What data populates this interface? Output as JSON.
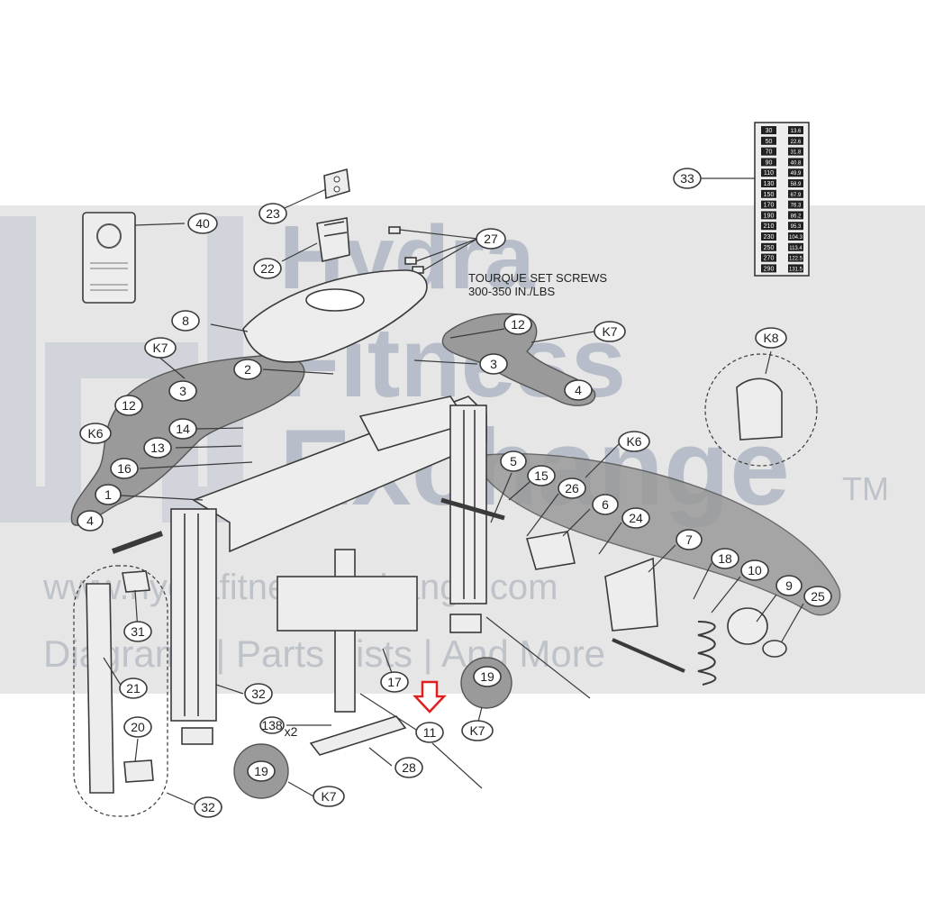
{
  "watermark": {
    "brand_line1": "Hydra",
    "brand_line2": "Fitness",
    "brand_line3": "Exchange",
    "trademark": "TM",
    "url": "www.hydrafitnessexchange.com",
    "tagline": "Diagrams | Parts Lists | And More"
  },
  "annotation": {
    "torque_line1": "TOURQUE SET SCREWS",
    "torque_line2": "300-350 IN./LBS"
  },
  "colors": {
    "line": "#3a3a3a",
    "part_fill": "#ededed",
    "kit_fill": "#9a9a9a",
    "highlight_arrow": "#e02020",
    "watermark": "#7f8fa8"
  },
  "weight_stack_labels": {
    "left": [
      "30",
      "50",
      "70",
      "90",
      "110",
      "130",
      "150",
      "170",
      "190",
      "210",
      "230",
      "250",
      "270",
      "290"
    ],
    "right": [
      "13.6",
      "22.6",
      "31.8",
      "40.8",
      "49.9",
      "58.9",
      "67.9",
      "76.3",
      "86.2",
      "95.3",
      "104.3",
      "113.4",
      "122.5",
      "131.5"
    ]
  },
  "callouts": {
    "c40": "40",
    "c23": "23",
    "c22": "22",
    "c27": "27",
    "c33": "33",
    "c8": "8",
    "c12a": "12",
    "c12b": "12",
    "k7a": "K7",
    "k7b": "K7",
    "c2": "2",
    "c3a": "3",
    "c3b": "3",
    "c4a": "4",
    "c4b": "4",
    "k8": "K8",
    "k6a": "K6",
    "k6b": "K6",
    "c14": "14",
    "c13": "13",
    "c16": "16",
    "c1": "1",
    "c5": "5",
    "c15": "15",
    "c26": "26",
    "c6": "6",
    "c24": "24",
    "c7": "7",
    "c18": "18",
    "c10": "10",
    "c9": "9",
    "c25": "25",
    "c31": "31",
    "c21": "21",
    "c32a": "32",
    "c32b": "32",
    "c20": "20",
    "c19a": "19",
    "c19b": "19",
    "k7c": "K7",
    "k7d": "K7",
    "c17": "17",
    "c11": "11",
    "c28": "28",
    "c138": "138",
    "x2": "x2"
  }
}
